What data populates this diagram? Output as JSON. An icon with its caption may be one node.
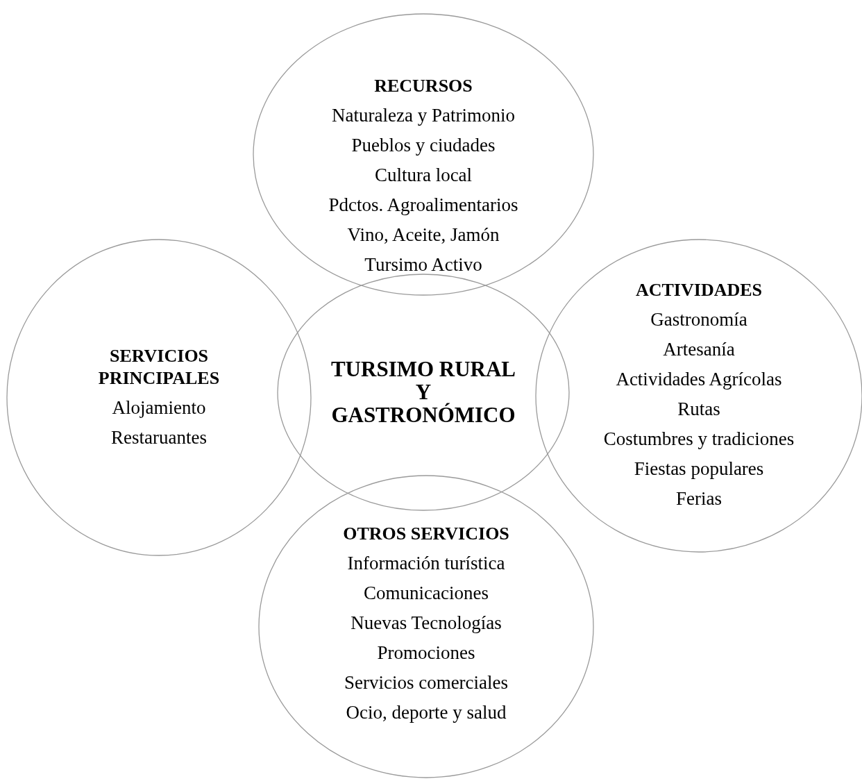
{
  "diagram": {
    "nodes": [
      {
        "text": [
          "RECURSOS",
          "Naturaleza y Patrimonio",
          "Pueblos y ciudades",
          "Cultura local",
          "Pdctos. Agroalimentarios",
          "Vino, Aceite, Jamón",
          "Tursimo Activo"
        ]
      },
      {
        "text": [
          "SERVICIOS PRINCIPALES",
          "Alojamiento",
          "Restaruantes"
        ]
      },
      {
        "text": [
          "TURSIMO RURAL Y GASTRONÓMICO"
        ]
      },
      {
        "text": [
          "ACTIVIDADES",
          "Gastronomía",
          "Artesanía",
          "Actividades Agrícolas",
          "Rutas",
          "Costumbres y tradiciones",
          "Fiestas populares",
          "Ferias"
        ]
      },
      {
        "text": [
          "OTROS SERVICIOS",
          "Información turística",
          "Comunicaciones",
          "Nuevas Tecnologías",
          "Promociones",
          "Servicios comerciales",
          "Ocio, deporte y salud"
        ]
      }
    ]
  }
}
